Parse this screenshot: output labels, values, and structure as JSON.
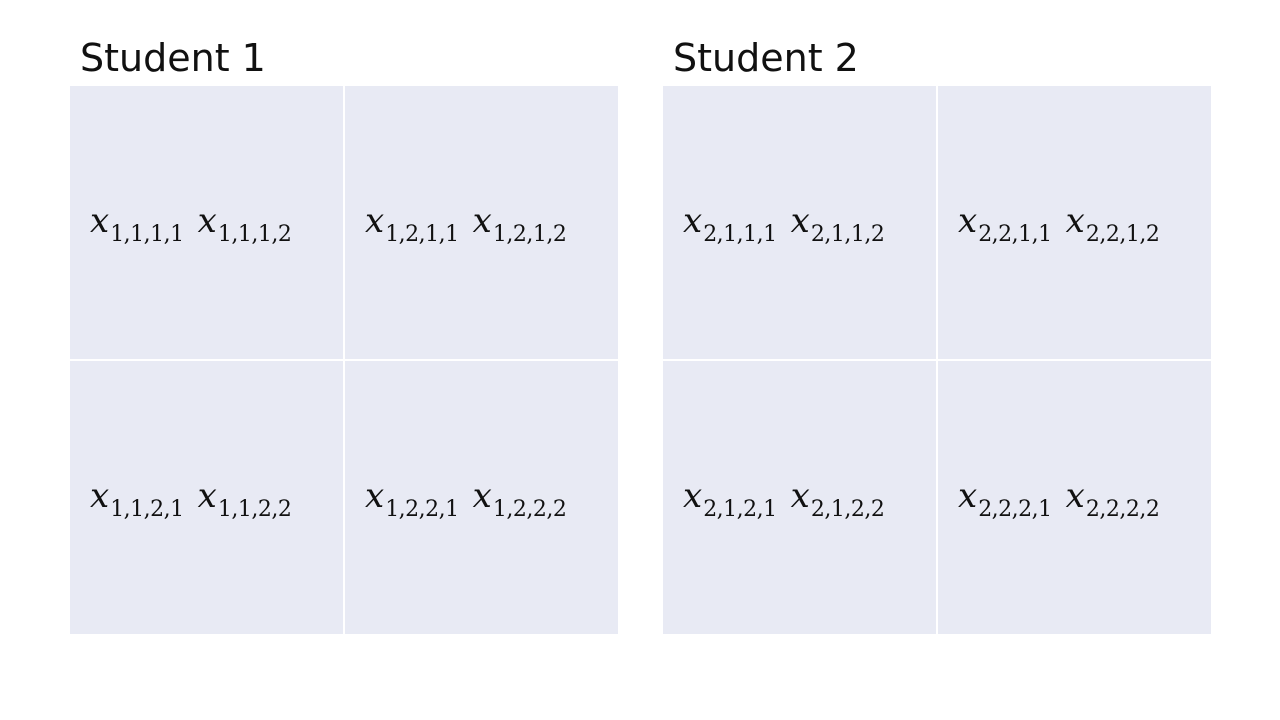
{
  "students": [
    {
      "title": "Student 1",
      "cells": [
        [
          {
            "terms": [
              {
                "var": "x",
                "sub": "1,1,1,1"
              },
              {
                "var": "x",
                "sub": "1,1,1,2"
              }
            ]
          },
          {
            "terms": [
              {
                "var": "x",
                "sub": "1,2,1,1"
              },
              {
                "var": "x",
                "sub": "1,2,1,2"
              }
            ]
          }
        ],
        [
          {
            "terms": [
              {
                "var": "x",
                "sub": "1,1,2,1"
              },
              {
                "var": "x",
                "sub": "1,1,2,2"
              }
            ]
          },
          {
            "terms": [
              {
                "var": "x",
                "sub": "1,2,2,1"
              },
              {
                "var": "x",
                "sub": "1,2,2,2"
              }
            ]
          }
        ]
      ]
    },
    {
      "title": "Student 2",
      "cells": [
        [
          {
            "terms": [
              {
                "var": "x",
                "sub": "2,1,1,1"
              },
              {
                "var": "x",
                "sub": "2,1,1,2"
              }
            ]
          },
          {
            "terms": [
              {
                "var": "x",
                "sub": "2,2,1,1"
              },
              {
                "var": "x",
                "sub": "2,2,1,2"
              }
            ]
          }
        ],
        [
          {
            "terms": [
              {
                "var": "x",
                "sub": "2,1,2,1"
              },
              {
                "var": "x",
                "sub": "2,1,2,2"
              }
            ]
          },
          {
            "terms": [
              {
                "var": "x",
                "sub": "2,2,2,1"
              },
              {
                "var": "x",
                "sub": "2,2,2,2"
              }
            ]
          }
        ]
      ]
    }
  ],
  "colors": {
    "cell_fill": "#e8eaf4",
    "text": "#111111",
    "background": "#ffffff"
  }
}
